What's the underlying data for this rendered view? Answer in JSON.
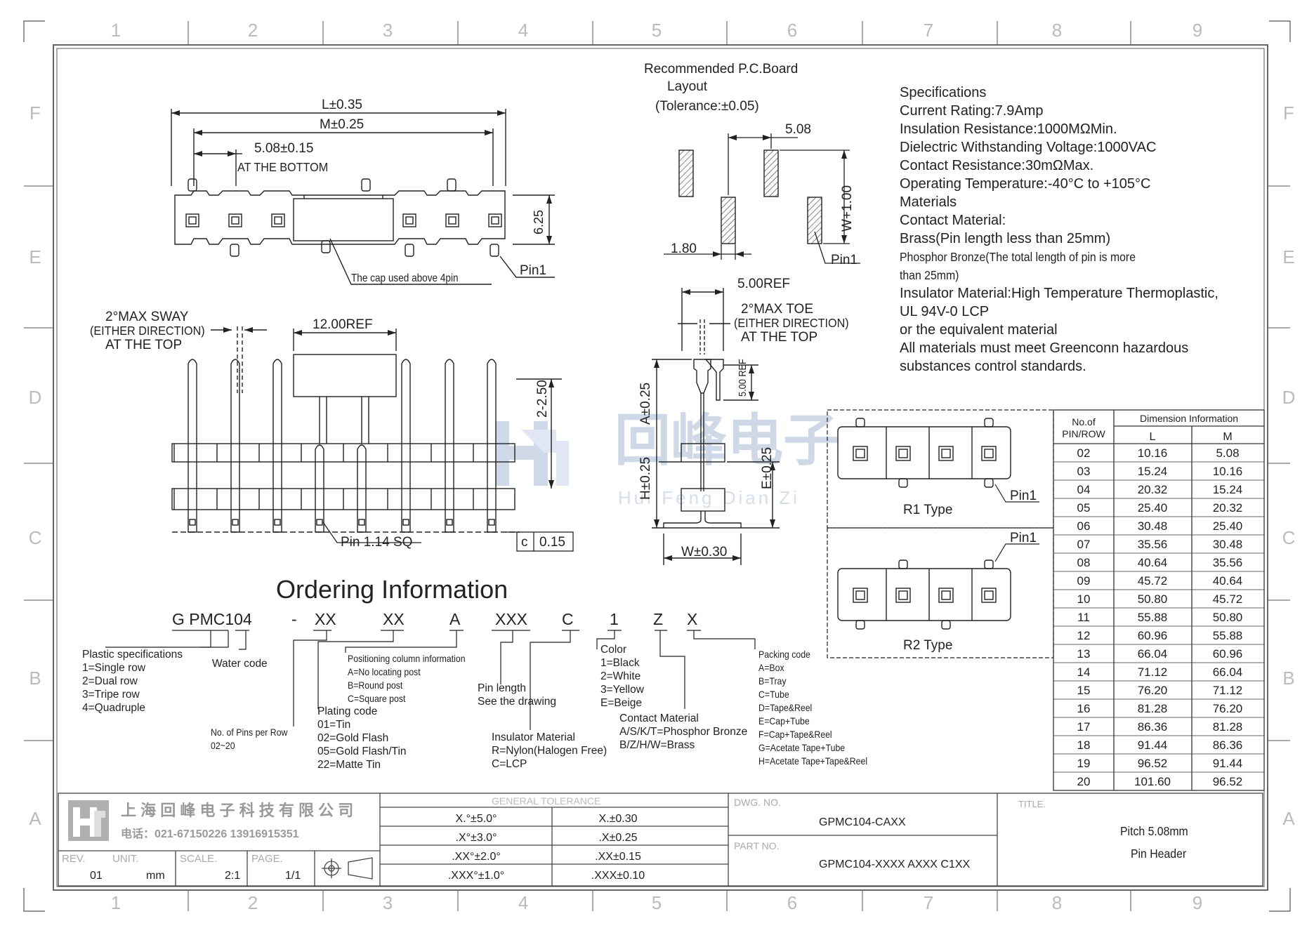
{
  "frame": {
    "cols": [
      "1",
      "2",
      "3",
      "4",
      "5",
      "6",
      "7",
      "8",
      "9"
    ],
    "rows": [
      "F",
      "E",
      "D",
      "C",
      "B",
      "A"
    ]
  },
  "front_view": {
    "dim_L": "L±0.35",
    "dim_M": "M±0.25",
    "dim_pitch": "5.08±0.15",
    "pitch_note": "AT THE BOTTOM",
    "dim_height": "6.25",
    "cap_note": "The cap used above 4pin",
    "pin1_label": "Pin1"
  },
  "pcb_layout": {
    "title_line1": "Recommended P.C.Board",
    "title_line2": "Layout",
    "tolerance": "(Tolerance:±0.05)",
    "dim_pitch": "5.08",
    "dim_hole": "1.80",
    "dim_row": "W+1.00",
    "pin1_label": "Pin1"
  },
  "side_view": {
    "sway_line1": "2°MAX SWAY",
    "sway_line2": "(EITHER DIRECTION)",
    "sway_line3": "AT THE TOP",
    "dim_cap": "12.00REF",
    "dim_2": "2-2.50",
    "pin_sq": "Pin 1.14 SQ",
    "coplanarity_symbol": "c",
    "coplanarity_value": "0.15"
  },
  "end_view": {
    "dim_ref": "5.00REF",
    "toe_line1": "2°MAX TOE",
    "toe_line2": "(EITHER DIRECTION)",
    "toe_line3": "AT THE TOP",
    "dim_a": "A±0.25",
    "dim_5ref": "5.00 REF",
    "dim_h": "H±0.25",
    "dim_e": "E±0.25",
    "dim_w": "W±0.30"
  },
  "specifications": {
    "lines": [
      "Specifications",
      "Current Rating:7.9Amp",
      "Insulation Resistance:1000MΩMin.",
      "Dielectric Withstanding Voltage:1000VAC",
      "Contact Resistance:30mΩMax.",
      "Operating Temperature:-40°C to +105°C",
      "Materials",
      "Contact Material:",
      "Brass(Pin length less than 25mm)",
      "Phosphor Bronze(The total length of pin is more",
      "than 25mm)",
      "Insulator Material:High Temperature Thermoplastic,",
      "UL 94V-0 LCP",
      "or the equivalent material",
      "All materials must meet Greenconn hazardous",
      "substances control standards."
    ]
  },
  "types": {
    "r1_label": "R1 Type",
    "r2_label": "R2 Type",
    "pin1_label": "Pin1"
  },
  "dimension_table": {
    "header_col1_line1": "No.of",
    "header_col1_line2": "PIN/ROW",
    "header_group": "Dimension Information",
    "header_L": "L",
    "header_M": "M",
    "rows": [
      [
        "02",
        "10.16",
        "5.08"
      ],
      [
        "03",
        "15.24",
        "10.16"
      ],
      [
        "04",
        "20.32",
        "15.24"
      ],
      [
        "05",
        "25.40",
        "20.32"
      ],
      [
        "06",
        "30.48",
        "25.40"
      ],
      [
        "07",
        "35.56",
        "30.48"
      ],
      [
        "08",
        "40.64",
        "35.56"
      ],
      [
        "09",
        "45.72",
        "40.64"
      ],
      [
        "10",
        "50.80",
        "45.72"
      ],
      [
        "11",
        "55.88",
        "50.80"
      ],
      [
        "12",
        "60.96",
        "55.88"
      ],
      [
        "13",
        "66.04",
        "60.96"
      ],
      [
        "14",
        "71.12",
        "66.04"
      ],
      [
        "15",
        "76.20",
        "71.12"
      ],
      [
        "16",
        "81.28",
        "76.20"
      ],
      [
        "17",
        "86.36",
        "81.28"
      ],
      [
        "18",
        "91.44",
        "86.36"
      ],
      [
        "19",
        "96.52",
        "91.44"
      ],
      [
        "20",
        "101.60",
        "96.52"
      ]
    ]
  },
  "ordering": {
    "title": "Ordering Information",
    "code_parts": [
      "G PMC104",
      "-",
      "XX",
      "XX",
      "A",
      "XXX",
      "C",
      "1",
      "Z",
      "X"
    ],
    "plastic": [
      "Plastic specifications",
      "1=Single row",
      "2=Dual row",
      "3=Tripe row",
      "4=Quadruple"
    ],
    "water": "Water code",
    "pins": [
      "No. of Pins per Row",
      "02~20"
    ],
    "plating": [
      "Plating code",
      "01=Tin",
      "02=Gold Flash",
      "05=Gold Flash/Tin",
      "22=Matte Tin"
    ],
    "positioning": [
      "Positioning column information",
      "A=No locating post",
      "B=Round post",
      "C=Square post"
    ],
    "pin_length": [
      "Pin length",
      "See the drawing"
    ],
    "insulator": [
      "Insulator Material",
      "R=Nylon(Halogen Free)",
      "C=LCP"
    ],
    "color": [
      "Color",
      "1=Black",
      "2=White",
      "3=Yellow",
      "E=Beige"
    ],
    "contact": [
      "Contact Material",
      "A/S/K/T=Phosphor Bronze",
      "B/Z/H/W=Brass"
    ],
    "packing": [
      "Packing code",
      "A=Box",
      "B=Tray",
      "C=Tube",
      "D=Tape&Reel",
      "E=Cap+Tube",
      "F=Cap+Tape&Reel",
      "G=Acetate Tape+Tube",
      "H=Acetate Tape+Tape&Reel"
    ]
  },
  "watermark": {
    "chinese": "回峰电子",
    "pinyin": "Hui Feng Dian Zi"
  },
  "title_block": {
    "company_cn": "上 海 回 峰 电 子 科 技 有 限 公 司",
    "phone": "电话：021-67150226   13916915351",
    "rev_label": "REV.",
    "rev_value": "01",
    "unit_label": "UNIT.",
    "unit_value": "mm",
    "scale_label": "SCALE.",
    "scale_value": "2:1",
    "page_label": "PAGE.",
    "page_value": "1/1",
    "tol_header": "GENERAL TOLERANCE",
    "tol_rows": [
      [
        "X.°±5.0°",
        "X.±0.30"
      ],
      [
        ".X°±3.0°",
        ".X±0.25"
      ],
      [
        ".XX°±2.0°",
        ".XX±0.15"
      ],
      [
        ".XXX°±1.0°",
        ".XXX±0.10"
      ]
    ],
    "dwg_label": "DWG. NO.",
    "dwg_value": "GPMC104-CAXX",
    "part_label": "PART NO.",
    "part_value": "GPMC104-XXXX AXXX C1XX",
    "title_label": "TITLE.",
    "title_line1": "Pitch 5.08mm",
    "title_line2": "Pin Header"
  }
}
